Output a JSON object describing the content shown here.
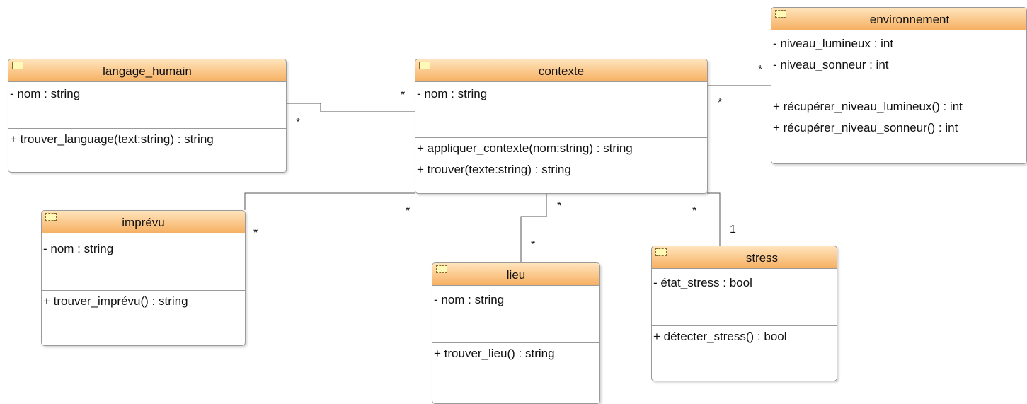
{
  "classes": {
    "langage_humain": {
      "name": "langage_humain",
      "attributes": [
        "- nom : string"
      ],
      "operations": [
        "+ trouver_language(text:string) : string"
      ]
    },
    "contexte": {
      "name": "contexte",
      "attributes": [
        "- nom : string"
      ],
      "operations": [
        "+ appliquer_contexte(nom:string) : string",
        "+ trouver(texte:string) : string"
      ]
    },
    "environnement": {
      "name": "environnement",
      "attributes": [
        "- niveau_lumineux : int",
        "- niveau_sonneur : int"
      ],
      "operations": [
        "+ récupérer_niveau_lumineux() : int",
        "+ récupérer_niveau_sonneur() : int"
      ]
    },
    "imprevu": {
      "name": "imprévu",
      "attributes": [
        "- nom : string"
      ],
      "operations": [
        "+ trouver_imprévu() : string"
      ]
    },
    "lieu": {
      "name": "lieu",
      "attributes": [
        "- nom : string"
      ],
      "operations": [
        "+ trouver_lieu() : string"
      ]
    },
    "stress": {
      "name": "stress",
      "attributes": [
        "- état_stress : bool"
      ],
      "operations": [
        "+ détecter_stress() : bool"
      ]
    }
  },
  "associations": [
    {
      "from": "langage_humain",
      "to": "contexte",
      "from_mult": "*",
      "to_mult": "*"
    },
    {
      "from": "contexte",
      "to": "environnement",
      "from_mult": "*",
      "to_mult": "*"
    },
    {
      "from": "contexte",
      "to": "imprevu",
      "from_mult": "*",
      "to_mult": "*"
    },
    {
      "from": "contexte",
      "to": "lieu",
      "from_mult": "*",
      "to_mult": "*"
    },
    {
      "from": "contexte",
      "to": "stress",
      "from_mult": "*",
      "to_mult": "1"
    }
  ]
}
